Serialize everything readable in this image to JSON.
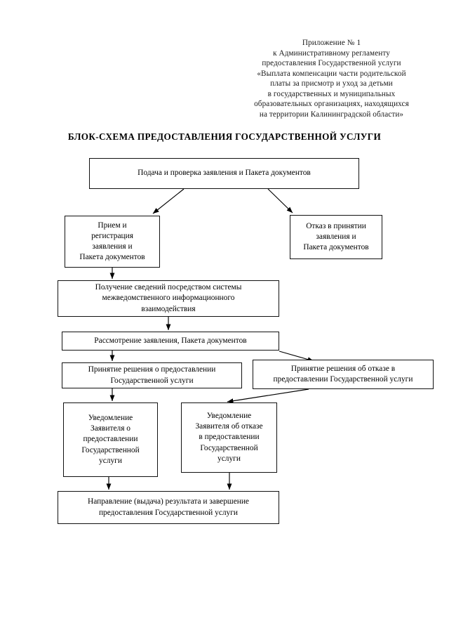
{
  "document": {
    "header": {
      "lines": [
        "Приложение № 1",
        "к Административному регламенту",
        "предоставления Государственной услуги",
        "«Выплата компенсации части родительской",
        "платы за присмотр и уход за детьми",
        "в государственных и муниципальных",
        "образовательных организациях, находящихся",
        "на территории Калининградской области»"
      ]
    },
    "title": "БЛОК-СХЕМА ПРЕДОСТАВЛЕНИЯ ГОСУДАРСТВЕННОЙ УСЛУГИ"
  },
  "chart_data": {
    "type": "diagram",
    "title": "БЛОК-СХЕМА ПРЕДОСТАВЛЕНИЯ ГОСУДАРСТВЕННОЙ УСЛУГИ",
    "nodes": [
      {
        "id": "intake",
        "label": "Подача и проверка заявления и Пакета документов"
      },
      {
        "id": "accept",
        "label": "Прием и регистрация заявления и Пакета документов"
      },
      {
        "id": "refuse_acc",
        "label": "Отказ в принятии заявления и Пакета документов"
      },
      {
        "id": "interagency",
        "label": "Получение сведений посредством системы межведомственного информационного взаимодействия"
      },
      {
        "id": "review",
        "label": "Рассмотрение заявления, Пакета документов"
      },
      {
        "id": "decide_yes",
        "label": "Принятие решения о предоставлении Государственной услуги"
      },
      {
        "id": "decide_no",
        "label": "Принятие решения об отказе в предоставлении Государственной услуги"
      },
      {
        "id": "notify_yes",
        "label": "Уведомление Заявителя о предоставлении Государственной услуги"
      },
      {
        "id": "notify_no",
        "label": "Уведомление Заявителя об отказе в предоставлении Государственной услуги"
      },
      {
        "id": "result",
        "label": "Направление (выдача) результата и завершение предоставления Государственной услуги"
      }
    ],
    "edges": [
      {
        "from": "intake",
        "to": "accept"
      },
      {
        "from": "intake",
        "to": "refuse_acc"
      },
      {
        "from": "accept",
        "to": "interagency"
      },
      {
        "from": "interagency",
        "to": "review"
      },
      {
        "from": "review",
        "to": "decide_yes"
      },
      {
        "from": "review",
        "to": "decide_no"
      },
      {
        "from": "decide_yes",
        "to": "notify_yes"
      },
      {
        "from": "decide_no",
        "to": "notify_no"
      },
      {
        "from": "notify_yes",
        "to": "result"
      },
      {
        "from": "notify_no",
        "to": "result"
      }
    ]
  },
  "nodes": {
    "intake": {
      "lines": [
        "Подача и проверка заявления и Пакета документов"
      ]
    },
    "accept": {
      "lines": [
        "Прием и",
        "регистрация",
        "заявления и",
        "Пакета документов"
      ]
    },
    "refuse_acc": {
      "lines": [
        "Отказ в принятии",
        "заявления и",
        "Пакета документов"
      ]
    },
    "interagency": {
      "lines": [
        "Получение сведений посредством системы",
        "межведомственного информационного",
        "взаимодействия"
      ]
    },
    "review": {
      "lines": [
        "Рассмотрение заявления, Пакета документов"
      ]
    },
    "decide_yes": {
      "lines": [
        "Принятие решения о предоставлении",
        "Государственной услуги"
      ]
    },
    "decide_no": {
      "lines": [
        "Принятие решения об отказе в",
        "предоставлении Государственной услуги"
      ]
    },
    "notify_yes": {
      "lines": [
        "Уведомление",
        "Заявителя о",
        "предоставлении",
        "Государственной",
        "услуги"
      ]
    },
    "notify_no": {
      "lines": [
        "Уведомление",
        "Заявителя об отказе",
        "в предоставлении",
        "Государственной",
        "услуги"
      ]
    },
    "result": {
      "lines": [
        "Направление (выдача) результата и завершение",
        "предоставления Государственной услуги"
      ]
    }
  },
  "colors": {
    "ink": "#000000",
    "border": "#111111",
    "page": "#ffffff"
  }
}
